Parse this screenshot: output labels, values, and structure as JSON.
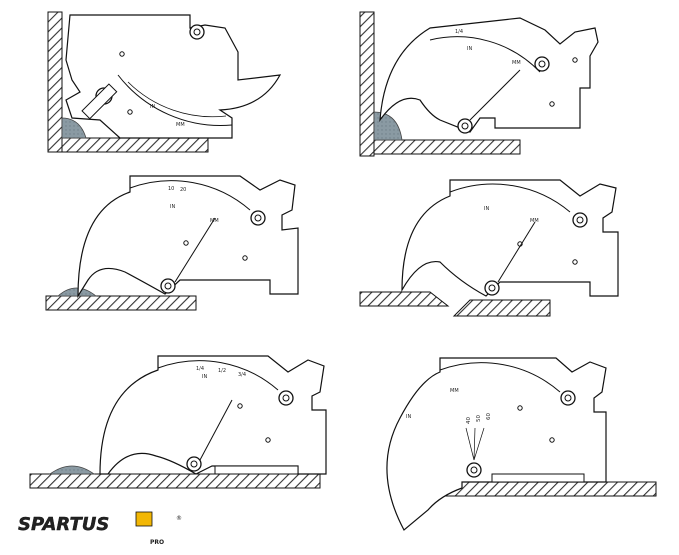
{
  "scale_labels": {
    "inch": "IN",
    "mm": "MM",
    "quarter": "1/4",
    "half": "1/2",
    "three_quarter": "3/4",
    "ten": "10",
    "twenty": "20"
  },
  "angle_labels": [
    "40",
    "50",
    "60"
  ],
  "brand": {
    "name": "SPARTUS",
    "suffix": "PRO",
    "registered": "®",
    "accent_color": "#f2b705",
    "ink_color": "#1a1a1a"
  },
  "colors": {
    "weld_fill": "#8a9aa3",
    "hatch_stroke": "#333333",
    "outline": "#111111"
  }
}
